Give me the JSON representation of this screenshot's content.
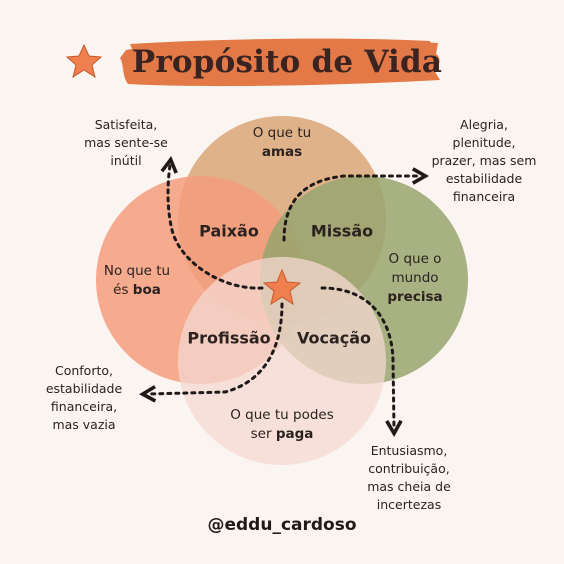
{
  "title": "Propósito de Vida",
  "colors": {
    "background": "#fbf5f2",
    "circle_top": "#d9a678",
    "circle_left": "#f49c7c",
    "circle_right": "#98a46e",
    "circle_bottom": "#f4d8d0",
    "star": "#f07f4f",
    "brush": "#e27946"
  },
  "circles": {
    "top": {
      "line1": "O que tu",
      "bold": "amas"
    },
    "left": {
      "line1": "No que tu",
      "line2_prefix": "és ",
      "bold": "boa"
    },
    "right": {
      "line1": "O que o",
      "line2": "mundo",
      "bold": "precisa"
    },
    "bottom": {
      "line1": "O que tu podes",
      "line2_prefix": "ser ",
      "bold": "paga"
    }
  },
  "zones": {
    "paixao": "Paixão",
    "missao": "Missão",
    "profissao": "Profissão",
    "vocacao": "Vocação"
  },
  "notes": {
    "top_left": [
      "Satisfeita,",
      "mas sente-se",
      "inútil"
    ],
    "top_right": [
      "Alegria,",
      "plenitude,",
      "prazer, mas sem",
      "estabilidade",
      "financeira"
    ],
    "bottom_left": [
      "Conforto,",
      "estabilidade",
      "financeira,",
      "mas vazia"
    ],
    "bottom_right": [
      "Entusiasmo,",
      "contribuição,",
      "mas cheia de",
      "incertezas"
    ]
  },
  "icons": [
    "star-icon",
    "title-star-icon"
  ],
  "handle": "@eddu_cardoso"
}
